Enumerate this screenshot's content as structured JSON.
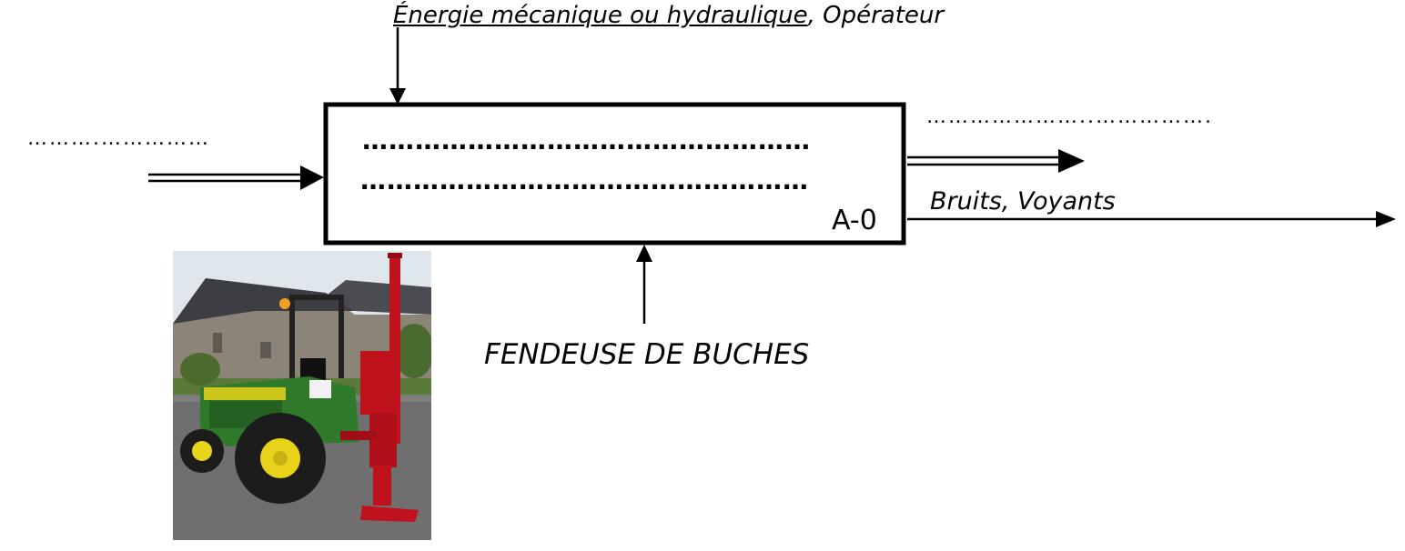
{
  "control": {
    "prefix": "Énergie mécanique ou hydraulique",
    "suffix": ", Opérateur"
  },
  "input": {
    "label": "……….……………"
  },
  "output_main": {
    "label": "…………………..……………."
  },
  "output_secondary": {
    "label": "Bruits, Voyants"
  },
  "box": {
    "line1": "……………………………………………",
    "line2": "……………………………………………",
    "node": "A-0"
  },
  "mechanism": {
    "label": "FENDEUSE DE BUCHES"
  },
  "colors": {
    "line": "#000000",
    "tractor_green": "#2f7a2a",
    "splitter_red": "#c0121c",
    "wheel_yellow": "#e8d21a"
  }
}
